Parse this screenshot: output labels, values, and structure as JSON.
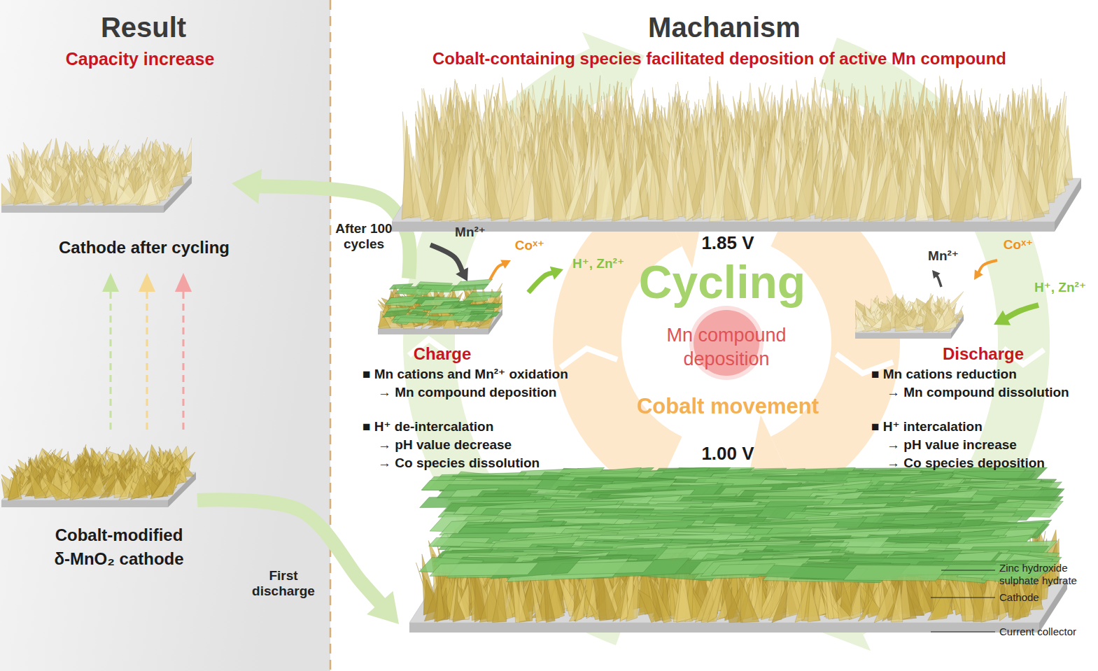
{
  "diagram": {
    "nodes": [
      {
        "text": [
          "Cathode after cycling"
        ]
      },
      {
        "text": [
          "Cobalt-modified δ-MnO₂ cathode"
        ]
      },
      {
        "text": [
          "1.85 V"
        ]
      },
      {
        "text": [
          "Charge",
          "■ Mn cations and Mn²⁺ oxidation",
          "→ Mn compound deposition",
          "■ H⁺ de-intercalation",
          "→ pH value decrease",
          "→ Co species dissolution"
        ]
      },
      {
        "text": [
          "Mn compound deposition"
        ]
      },
      {
        "text": [
          "Discharge",
          "■ Mn cations reduction",
          "→ Mn compound dissolution",
          "■ H⁺ intercalation",
          "→ pH value increase",
          "→ Co species deposition"
        ]
      },
      {
        "text": [
          "1.00 V"
        ]
      }
    ],
    "edges": [
      {
        "from": 1,
        "to": 0,
        "arrow": "to"
      },
      {
        "from": 1,
        "to": 0,
        "arrow": "to"
      },
      {
        "from": 1,
        "to": 0,
        "arrow": "to"
      },
      {
        "from": 1,
        "to": 6,
        "label": "First discharge",
        "arrow": "to"
      },
      {
        "from": 3,
        "to": 0,
        "label": "After 100 cycles",
        "arrow": "to"
      }
    ],
    "labels": [
      "Result",
      "Capacity increase",
      "Machanism",
      "Cobalt-containing species facilitated deposition of active Mn compound",
      "Mn²⁺",
      "Coˣ⁺",
      "H⁺, Zn²⁺",
      "Cycling",
      "Cobalt movement",
      "Mn²⁺",
      "Coˣ⁺",
      "H⁺, Zn²⁺",
      "Zinc hydroxide sulphate hydrate",
      "Cathode",
      "Current collector"
    ]
  }
}
